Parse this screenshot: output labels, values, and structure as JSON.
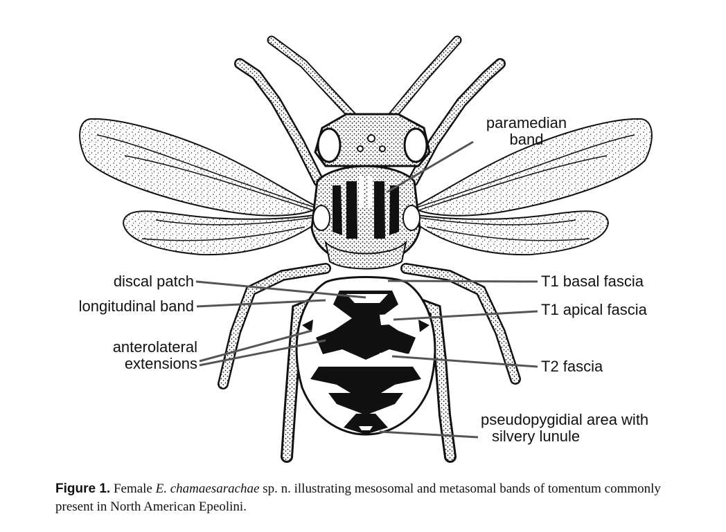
{
  "labels": {
    "paramedian_band_line1": "paramedian",
    "paramedian_band_line2": "band",
    "discal_patch": "discal patch",
    "longitudinal_band": "longitudinal band",
    "anterolateral_line1": "anterolateral",
    "anterolateral_line2": "extensions",
    "t1_basal_fascia": "T1 basal fascia",
    "t1_apical_fascia": "T1 apical fascia",
    "t2_fascia": "T2 fascia",
    "pseudopygidial_line1": "pseudopygidial area with",
    "pseudopygidial_line2": "silvery lunule"
  },
  "caption": {
    "figure_label": "Figure 1.",
    "text_before": "Female",
    "species": "E. chamaesarachae",
    "text_after": "sp. n. illustrating mesosomal and metasomal bands of tomentum commonly present in North American Epeolini."
  }
}
